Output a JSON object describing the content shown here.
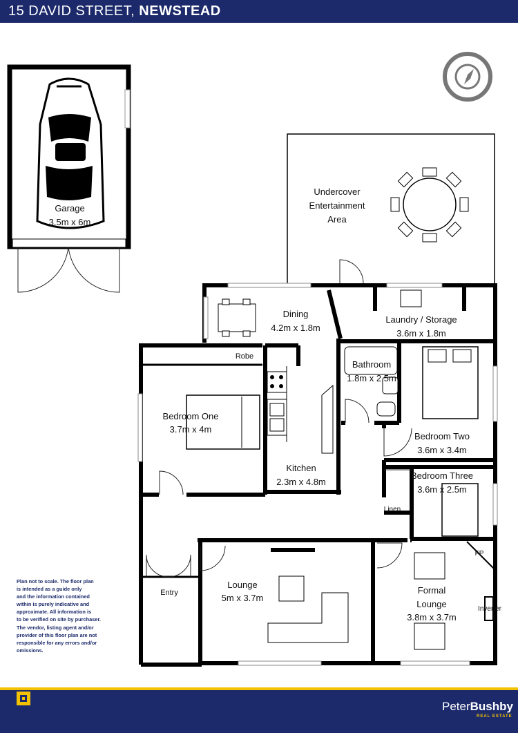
{
  "header": {
    "address_street": "15 DAVID STREET,",
    "address_suburb": "NEWSTEAD"
  },
  "compass_icon": "compass-icon",
  "rooms": {
    "garage": {
      "name": "Garage",
      "size": "3.5m x 6m"
    },
    "undercover": {
      "line1": "Undercover",
      "line2": "Entertainment",
      "line3": "Area"
    },
    "dining": {
      "name": "Dining",
      "size": "4.2m x 1.8m"
    },
    "laundry": {
      "name": "Laundry / Storage",
      "size": "3.6m x 1.8m"
    },
    "robe": {
      "name": "Robe"
    },
    "bathroom": {
      "name": "Bathroom",
      "size": "1.8m x 2.5m"
    },
    "bedroom_one": {
      "name": "Bedroom One",
      "size": "3.7m x 4m"
    },
    "bedroom_two": {
      "name": "Bedroom Two",
      "size": "3.6m x 3.4m"
    },
    "kitchen": {
      "name": "Kitchen",
      "size": "2.3m x 4.8m"
    },
    "bedroom_three": {
      "name": "Bedroom Three",
      "size": "3.6m x 2.5m"
    },
    "linen": {
      "name": "Linen"
    },
    "fp": {
      "name": "FP"
    },
    "entry": {
      "name": "Entry"
    },
    "lounge": {
      "name": "Lounge",
      "size": "5m x 3.7m"
    },
    "formal_lounge": {
      "line1": "Formal",
      "line2": "Lounge",
      "size": "3.8m x 3.7m"
    },
    "inverter": {
      "name": "Inverter"
    }
  },
  "disclaimer": "Plan not to scale. The floor plan\nis intended as a guide only\nand the information contained\nwithin is purely indicative and\napproximate. All information is\nto be verified on site by purchaser.\nThe vendor, listing agent and/or\nprovider of this floor plan are not\nresponsible for any errors and/or\nomissions.",
  "footer": {
    "brand_first": "Peter",
    "brand_second": "Bushby",
    "brand_sub": "REAL ESTATE"
  },
  "colors": {
    "brand_navy": "#1c2a6b",
    "brand_yellow": "#f2c200",
    "wall": "#000000"
  }
}
